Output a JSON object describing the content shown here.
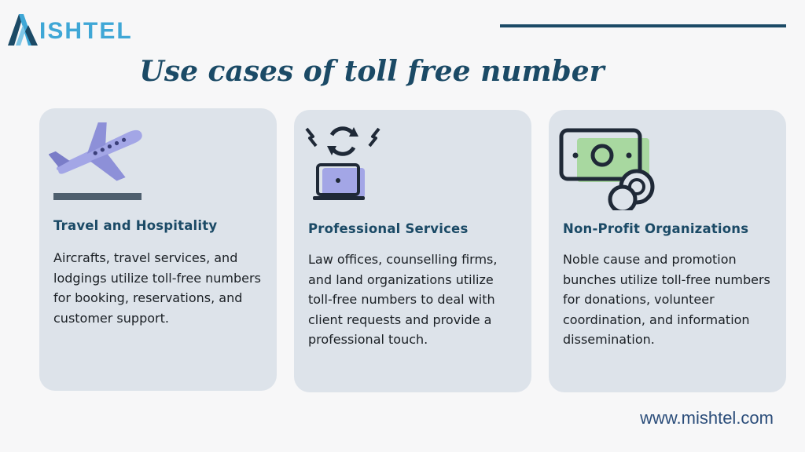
{
  "brand": {
    "logo_text": "ISHTEL"
  },
  "title": "Use cases of toll free number",
  "cards": [
    {
      "icon": "airplane-takeoff-icon",
      "heading": "Travel and Hospitality",
      "body": "Aircrafts, travel services, and lodgings utilize toll-free numbers for booking, reservations, and customer support."
    },
    {
      "icon": "laptop-support-icon",
      "heading": "Professional Services",
      "body": "Law offices, counselling firms, and land organizations utilize toll-free numbers to deal with client requests and provide a professional touch."
    },
    {
      "icon": "money-donation-icon",
      "heading": "Non-Profit Organizations",
      "body": "Noble cause and promotion bunches utilize toll-free numbers for donations, volunteer coordination, and information dissemination."
    }
  ],
  "footer": {
    "website": "www.mishtel.com"
  },
  "colors": {
    "heading": "#1b4a66",
    "card_bg": "#dde3ea",
    "logo_blue": "#3fa7d6",
    "icon_purple": "#a3a6e6",
    "icon_green": "#a8d8a0",
    "icon_dark": "#1f2937"
  }
}
